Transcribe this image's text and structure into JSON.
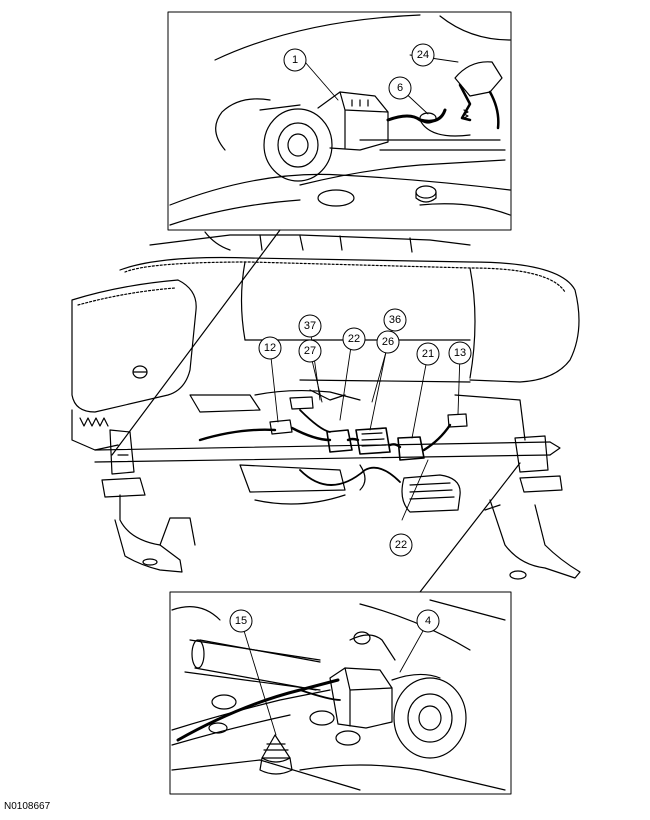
{
  "figure_id": "N0108667",
  "callouts": {
    "c1": "1",
    "c24": "24",
    "c6": "6",
    "c37": "37",
    "c36": "36",
    "c27": "27",
    "c22a": "22",
    "c26": "26",
    "c12": "12",
    "c21": "21",
    "c13": "13",
    "c22b": "22",
    "c15": "15",
    "c4": "4"
  }
}
